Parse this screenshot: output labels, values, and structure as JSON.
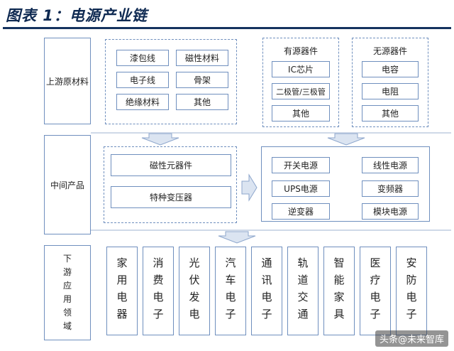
{
  "title": "图表 1：电源产业链",
  "rows": {
    "upstream": "上游原材料",
    "midstream": "中间产品",
    "downstream": [
      "下",
      "游",
      "应",
      "用",
      "领",
      "域"
    ]
  },
  "upstream": {
    "materials": [
      "漆包线",
      "磁性材料",
      "电子线",
      "骨架",
      "绝缘材料",
      "其他"
    ],
    "active": {
      "title": "有源器件",
      "items": [
        "IC芯片",
        "二极管/三极管",
        "其他"
      ]
    },
    "passive": {
      "title": "无源器件",
      "items": [
        "电容",
        "电阻",
        "其他"
      ]
    }
  },
  "midstream": {
    "magnetic": [
      "磁性元器件",
      "特种变压器"
    ],
    "power": [
      "开关电源",
      "线性电源",
      "UPS电源",
      "变频器",
      "逆变器",
      "模块电源"
    ]
  },
  "downstream_apps": [
    "家用电器",
    "消费电子",
    "光伏发电",
    "汽车电子",
    "通讯电子",
    "轨道交通",
    "智能家具",
    "医疗电子",
    "安防电子"
  ],
  "watermark": "头条@未来智库",
  "colors": {
    "border": "#6f8fbe",
    "title": "#0f2a52",
    "arrow": "#dbe4f1"
  }
}
